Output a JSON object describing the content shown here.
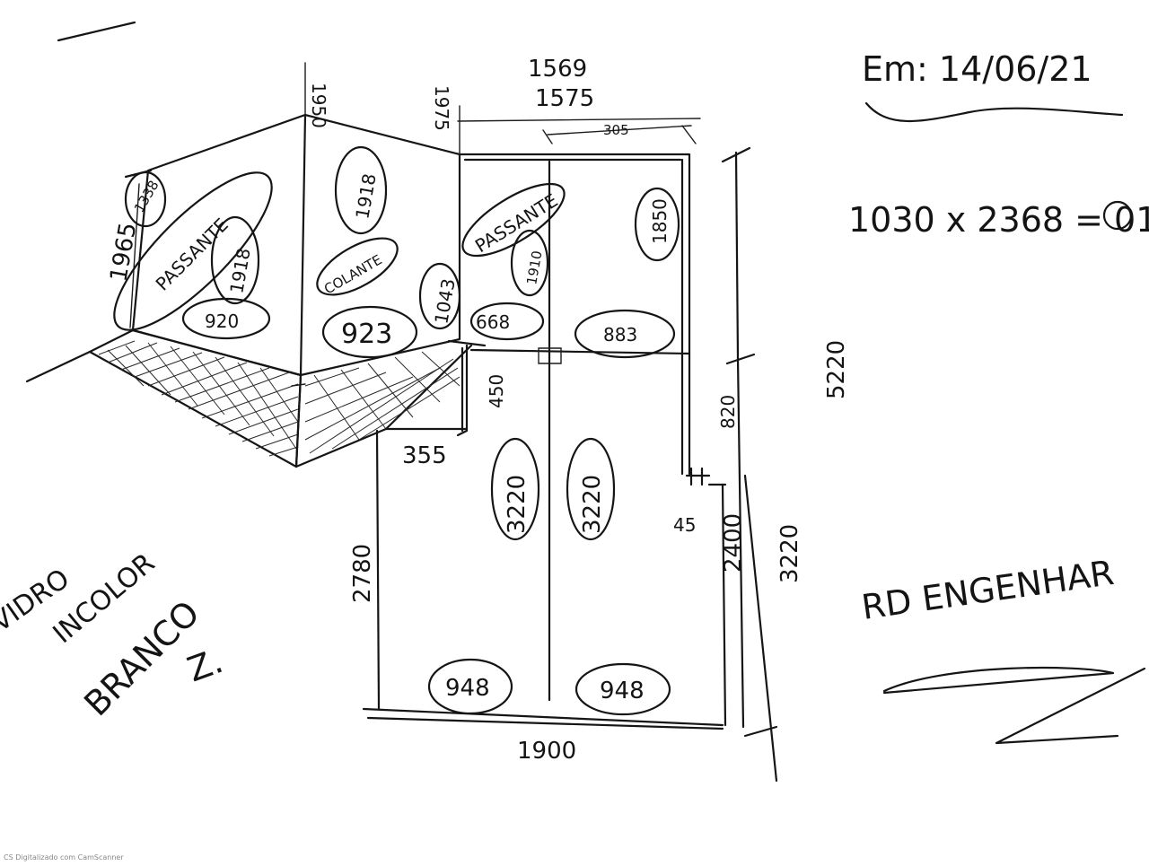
{
  "header": {
    "date": "Em: 14/06/21",
    "glass_spec": "1030 x 2368 = 01",
    "company": "RD ENGENHAR"
  },
  "material_note": {
    "line1": "VIDRO",
    "line2": "INCOLOR",
    "line3": "BRANCO",
    "mark": "Z."
  },
  "top_dims": {
    "top_a": "1569",
    "top_b": "1575",
    "segment": "305",
    "left_height": "1950",
    "small_top": "1975"
  },
  "left_wall": {
    "height": "1965",
    "panel_a": "1338",
    "label_passante": "PASSANTE",
    "panel_b": "1918",
    "panel_c": "920"
  },
  "mid_wall": {
    "panel_a": "1918",
    "label_colante": "COLANTE",
    "panel_b": "923",
    "panel_c": "1043"
  },
  "right_top": {
    "label_passante": "PASSANTE",
    "panel_a": "1910",
    "panel_b": "668",
    "panel_c": "1850",
    "panel_d": "883"
  },
  "lower": {
    "dim_450": "450",
    "dim_355": "355",
    "door_a": "3220",
    "door_b": "3220",
    "side": "2780",
    "gap": "45",
    "floor_a": "948",
    "floor_b": "948",
    "bottom": "1900"
  },
  "right_dims": {
    "d820": "820",
    "d2400": "2400",
    "d3220": "3220",
    "d5220": "5220"
  },
  "footer": {
    "watermark": "CS Digitalizado com CamScanner"
  }
}
